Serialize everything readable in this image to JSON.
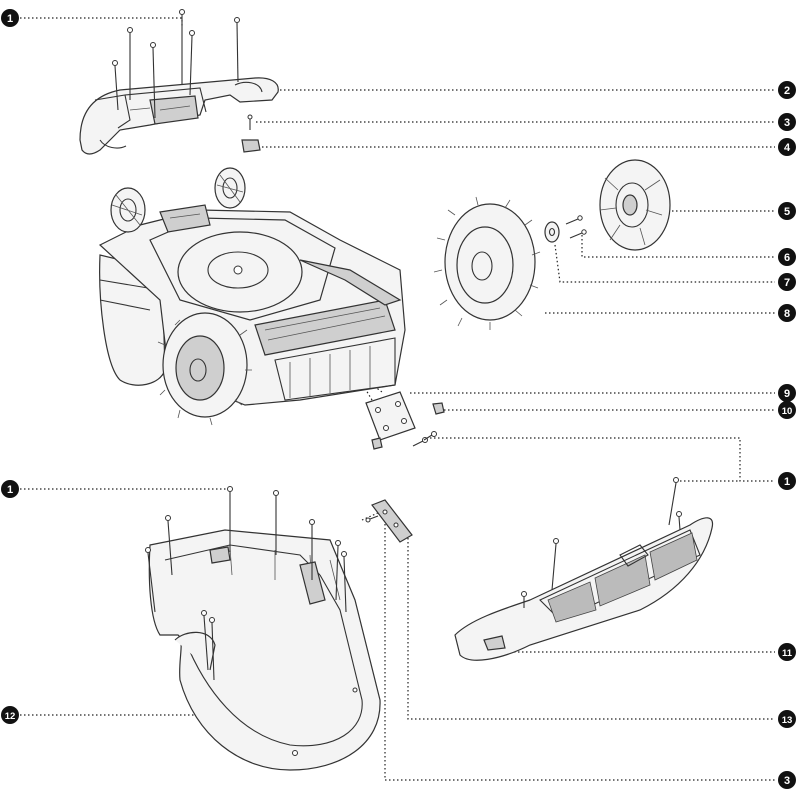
{
  "callouts": [
    {
      "id": "c-1-top",
      "label": "1"
    },
    {
      "id": "c-2",
      "label": "2"
    },
    {
      "id": "c-3-top",
      "label": "3"
    },
    {
      "id": "c-4",
      "label": "4"
    },
    {
      "id": "c-5",
      "label": "5"
    },
    {
      "id": "c-6",
      "label": "6"
    },
    {
      "id": "c-7",
      "label": "7"
    },
    {
      "id": "c-8",
      "label": "8"
    },
    {
      "id": "c-9",
      "label": "9"
    },
    {
      "id": "c-10",
      "label": "10"
    },
    {
      "id": "c-1-mid-left",
      "label": "1"
    },
    {
      "id": "c-1-mid-right",
      "label": "1"
    },
    {
      "id": "c-11",
      "label": "11"
    },
    {
      "id": "c-12",
      "label": "12"
    },
    {
      "id": "c-13",
      "label": "13"
    },
    {
      "id": "c-3-bottom",
      "label": "3"
    }
  ],
  "colors": {
    "callout_fill": "#111111",
    "callout_text": "#ffffff",
    "line": "#222222"
  }
}
